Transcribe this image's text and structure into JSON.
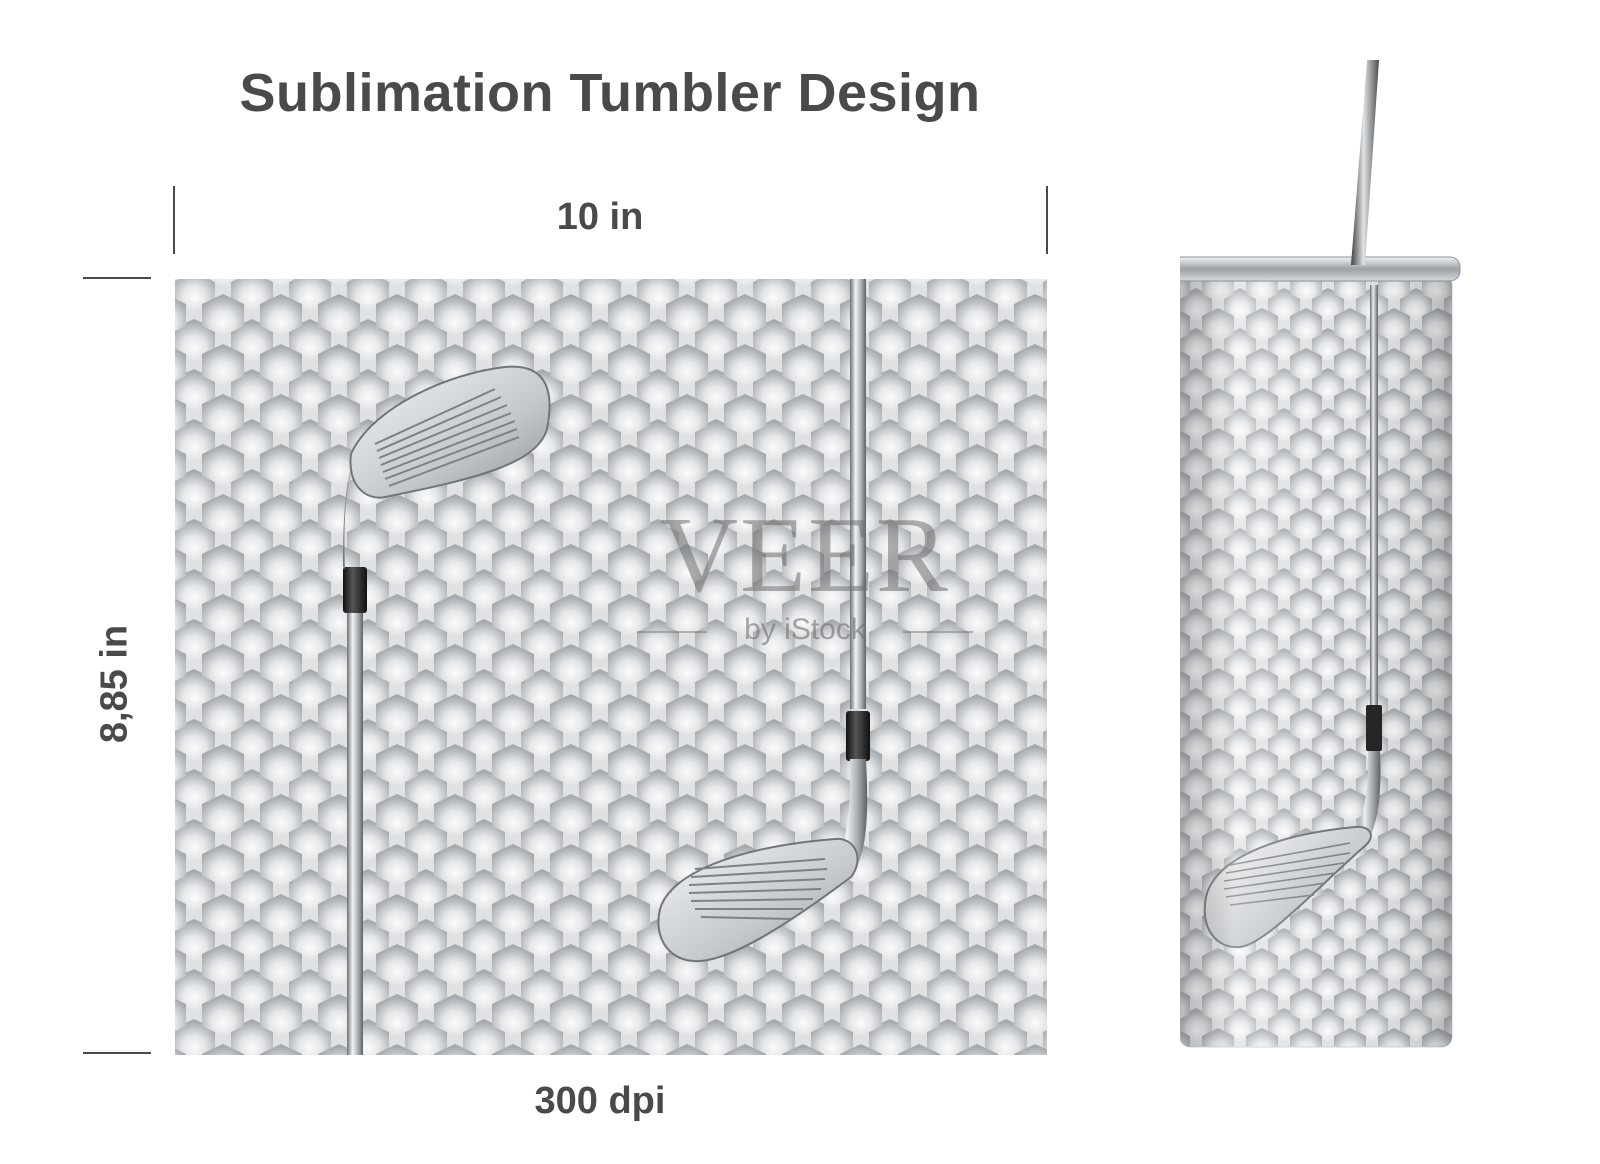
{
  "header": {
    "title": "Sublimation Tumbler Design"
  },
  "dimensions": {
    "width": "10 in",
    "height": "8,85 in",
    "resolution": "300 dpi"
  },
  "watermark": {
    "main": "VEER",
    "sub": "by iStock"
  },
  "design": {
    "pattern": "golf-ball-dimples",
    "motif": "golf-iron-club",
    "colors": {
      "dimple_light": "#ffffff",
      "dimple_shadow": "#9ea4aa",
      "club_metal": "#c9ced3",
      "grip_band": "#2a2a2a"
    }
  },
  "mockup": {
    "object": "skinny-tumbler-with-straw"
  }
}
